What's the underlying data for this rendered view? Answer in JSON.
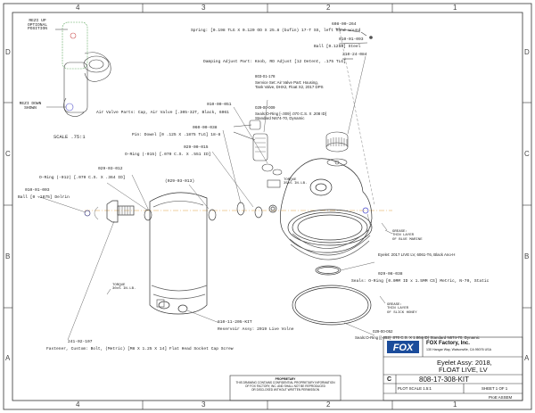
{
  "zones": {
    "columns": [
      "4",
      "3",
      "2",
      "1"
    ],
    "rows": [
      "D",
      "C",
      "B",
      "A"
    ]
  },
  "labels": {
    "rezi_up": [
      "REZI UP",
      "OPTIONAL",
      "POSITION"
    ],
    "rezi_down": [
      "REZI DOWN",
      "SHOWN"
    ],
    "scale": "SCALE   .75:1",
    "spring_pn": "608-00-264",
    "spring_desc": "Spring: [0.198 TLG X 0.120 OD X 25.8 (bufin) 17-T SS, left hand wound",
    "ball_pn": "010-01-093",
    "ball_desc": "Ball [0.1250] Steel",
    "knob_pn": "210-24-084",
    "knob_desc": "Damping Adjust Part: Knob, RD Adjust [12 Detent, .175 TLG]",
    "housing_pn": "803-01-178",
    "housing_desc": [
      "Service Set: Air Valve Part: Housing,",
      "Tank Valve, DHX2, Float X2, 2017 DPS"
    ],
    "airvalve_pn": "010-00-051",
    "airvalve_desc": "Air Valve Parts: Cap, Air Valve [.305-32T, Black, 6061",
    "seal_pn": "029-00-009",
    "seal_desc": [
      "Seals:O-Ring [-.009] .070 C.S. X .208 ID]",
      "Standard N674-70, Dynamic"
    ],
    "pin_pn": "060-00-038",
    "pin_desc": "Pin: Dowel [0 .125 X .1875 TLG] 18-8",
    "oring015_pn": "029-00-015",
    "oring015_desc": "O-Ring (-015) [.070 C.S. X .551 ID]",
    "oring012_pn": "029-03-012",
    "oring012_desc": "O-Ring (-012) [.070 C.S. X .364 ID]",
    "ball2_pn": "010-01-003",
    "ball2_desc": "Ball [0 .1875] Delrin",
    "oring13_pn": "(029-03-013)",
    "torque1": "TORQUE",
    "torque1_val": "35±5 IN.LB.",
    "torque2": "TORQUE",
    "torque2_val": "30±5 IN.LB.",
    "grease1": [
      "GREASE:",
      "THIN LAYER",
      "OF BLUE MARINE"
    ],
    "grease2": [
      "GREASE:",
      "THIN LAYER",
      "OF SLICK HONEY"
    ],
    "eyelet_note": "Eyelet: 2017 LIVE LV, 6061-T6, Black Ano-H",
    "seal2_pn": "029-08-038",
    "seal2_desc": "Seals: O-Ring [0.0MM ID x 1.5MM CS] Metric, N-70, Static",
    "seal3_pn": "029-00-052",
    "seal3_desc": "Seals:O-Ring [(-052) .070 C.S. X 1.864 ID) Standard N674-70, Dynamic",
    "reservoir_pn": "610-11-205-KIT",
    "reservoir_desc": "Reservoir Assy: 2019 Live Volne",
    "fastener_pn": "241-02-107",
    "fastener_desc": "Fastener, Custom: Bolt, (Metric) [M8 X 1.25 X 14] Flat Head Socket Cap Screw"
  },
  "title_block": {
    "company": "FOX Factory, Inc.",
    "address": "130 Hangar Way, Watsonville, CA 95076 USA",
    "title_line1": "Eyelet Assy: 2018,",
    "title_line2": "FLOAT LIVE, LV",
    "size": "C",
    "dwg_no": "808-17-308-KIT",
    "scale": "PLOT SCALE 1.5:1",
    "sheet": "SHEET 1 OF 1",
    "footer": "ProE ASSEM",
    "proprietary": [
      "PROPRIETARY",
      "THIS DRAWING CONTAINS CONFIDENTIAL PROPRIETARY INFORMATION",
      "OF FOX FACTORY, INC. AND SHALL NOT BE REPRODUCED",
      "OR DISCLOSED WITHOUT WRITTEN PERMISSION"
    ]
  }
}
